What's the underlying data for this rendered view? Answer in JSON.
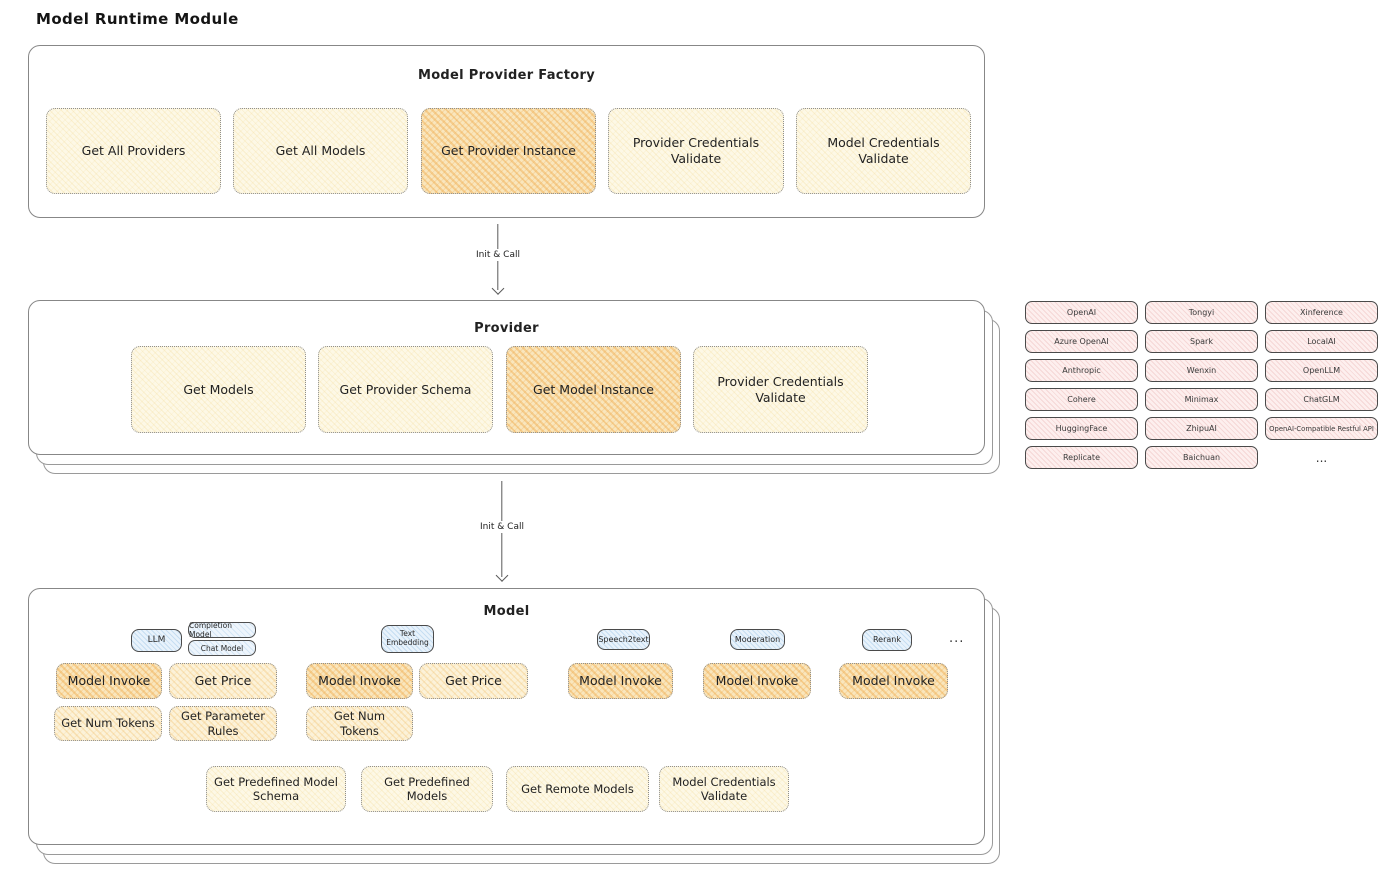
{
  "title": "Model Runtime Module",
  "arrows": {
    "arrow1": "Init & Call",
    "arrow2": "Init & Call"
  },
  "factory": {
    "title": "Model Provider Factory",
    "items": [
      {
        "label": "Get All Providers",
        "highlight": false
      },
      {
        "label": "Get All Models",
        "highlight": false
      },
      {
        "label": "Get Provider Instance",
        "highlight": true
      },
      {
        "label": "Provider Credentials Validate",
        "highlight": false
      },
      {
        "label": "Model Credentials Validate",
        "highlight": false
      }
    ]
  },
  "provider": {
    "title": "Provider",
    "items": [
      {
        "label": "Get Models",
        "highlight": false
      },
      {
        "label": "Get Provider Schema",
        "highlight": false
      },
      {
        "label": "Get Model Instance",
        "highlight": true
      },
      {
        "label": "Provider Credentials Validate",
        "highlight": false
      }
    ]
  },
  "providers_grid": {
    "items": [
      "OpenAI",
      "Tongyi",
      "Xinference",
      "Azure OpenAI",
      "Spark",
      "LocalAI",
      "Anthropic",
      "Wenxin",
      "OpenLLM",
      "Cohere",
      "Minimax",
      "ChatGLM",
      "HuggingFace",
      "ZhipuAI",
      "OpenAI-Compatible Restful API",
      "Replicate",
      "Baichuan"
    ],
    "more": "..."
  },
  "model": {
    "title": "Model",
    "tags": {
      "llm": "LLM",
      "completion": "Completion Model",
      "chat": "Chat Model",
      "text_embedding": "Text Embedding",
      "speech2text": "Speech2text",
      "moderation": "Moderation",
      "rerank": "Rerank",
      "more": "..."
    },
    "ops": {
      "llm_invoke": "Model Invoke",
      "llm_price": "Get Price",
      "llm_tokens": "Get Num Tokens",
      "llm_param_rules": "Get Parameter Rules",
      "embed_invoke": "Model Invoke",
      "embed_price": "Get Price",
      "embed_tokens": "Get Num Tokens",
      "speech_invoke": "Model Invoke",
      "moderation_invoke": "Model Invoke",
      "rerank_invoke": "Model Invoke"
    },
    "bottom": [
      "Get Predefined Model Schema",
      "Get Predefined Models",
      "Get Remote Models",
      "Model Credentials Validate"
    ]
  },
  "colors": {
    "accent_orange": "#eea846",
    "light_yellow": "#fdf8e6",
    "pink": "#fdefee",
    "blue": "#e8f2fb",
    "border_gray": "#878787"
  }
}
